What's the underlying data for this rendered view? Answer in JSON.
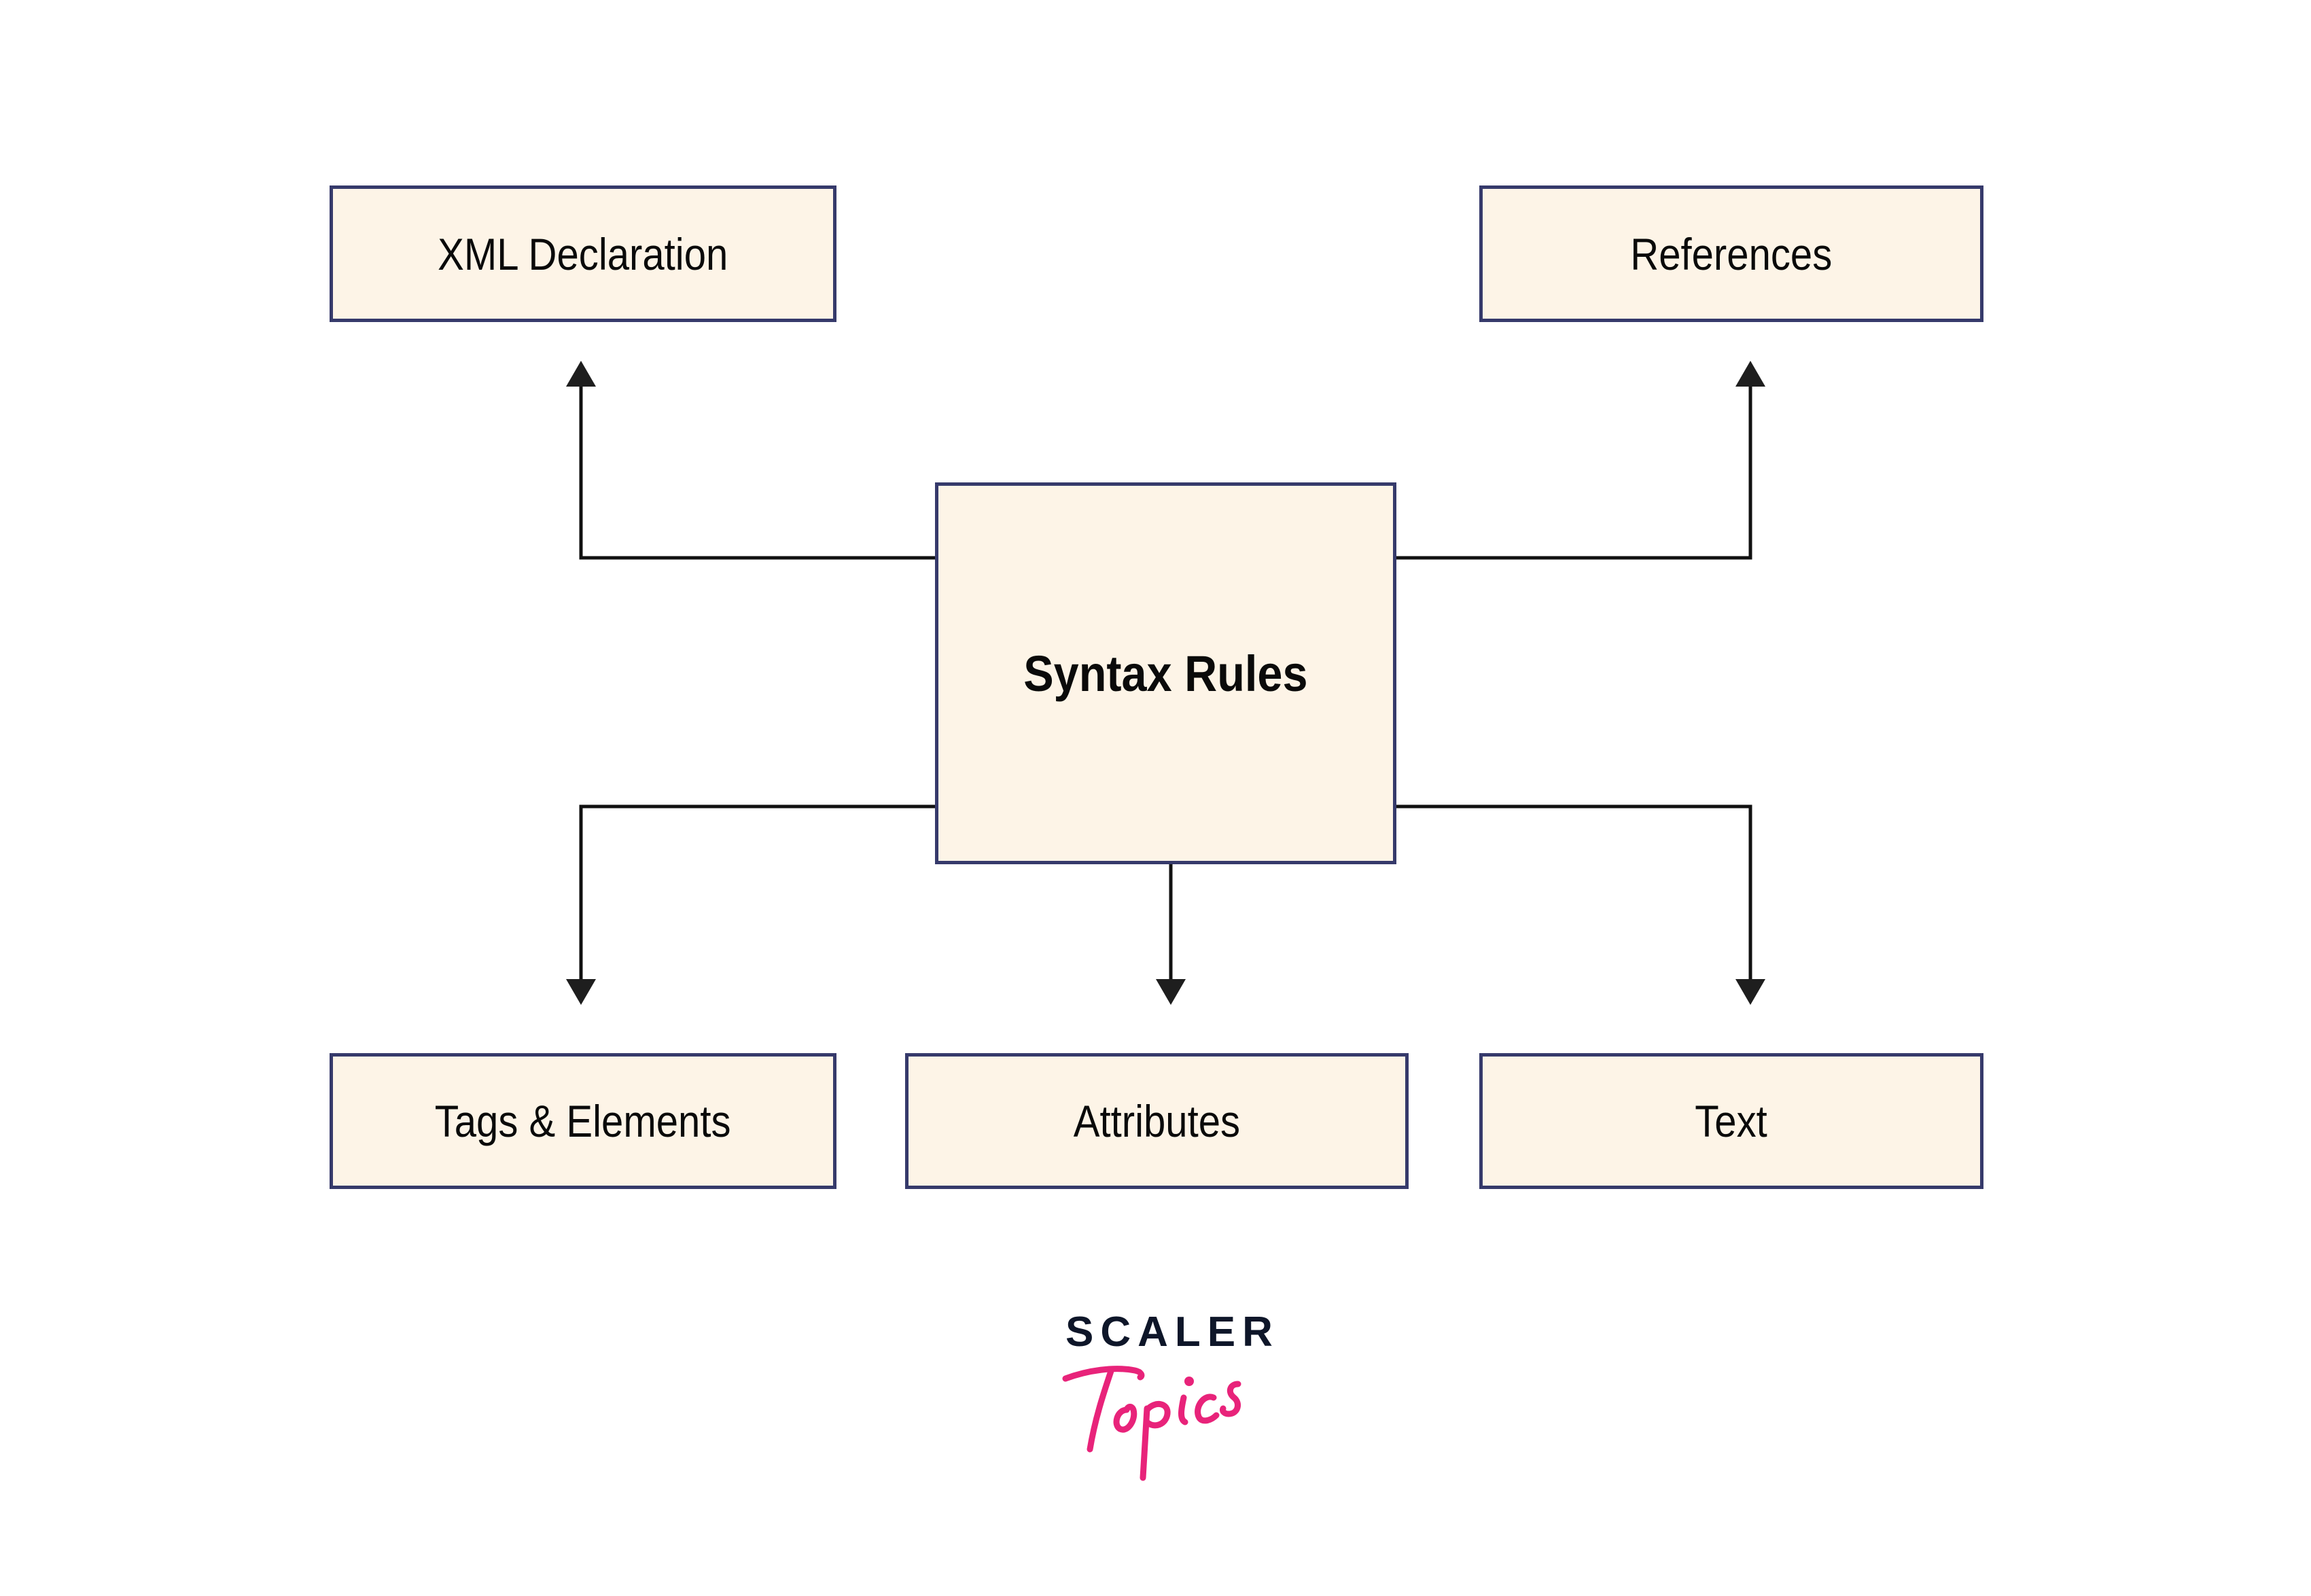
{
  "diagram": {
    "center": {
      "label": "Syntax Rules"
    },
    "nodes": {
      "xml_declaration": "XML Declaration",
      "references": "References",
      "tags_elements": "Tags & Elements",
      "attributes": "Attributes",
      "text": "Text"
    },
    "edges": [
      {
        "from": "Syntax Rules",
        "to": "XML Declaration"
      },
      {
        "from": "Syntax Rules",
        "to": "References"
      },
      {
        "from": "Syntax Rules",
        "to": "Tags & Elements"
      },
      {
        "from": "Syntax Rules",
        "to": "Attributes"
      },
      {
        "from": "Syntax Rules",
        "to": "Text"
      }
    ],
    "colors": {
      "node_fill": "#fdf4e7",
      "node_border": "#363a6b",
      "connector": "#111111",
      "arrowhead": "#1e1e1e"
    }
  },
  "logo": {
    "brand": "SCALER",
    "product": "Topics",
    "brand_color": "#0e1629",
    "product_color": "#e8237a"
  }
}
